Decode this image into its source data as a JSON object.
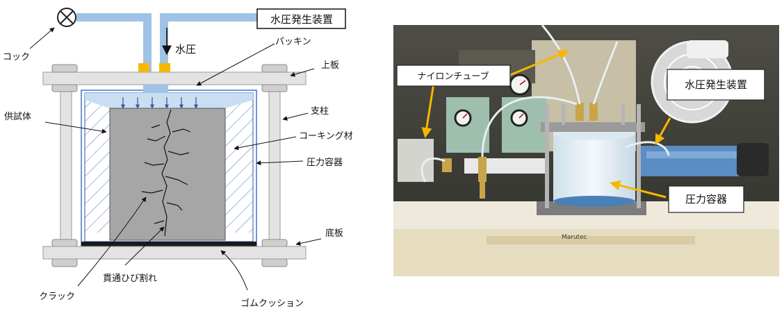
{
  "diagram": {
    "labels": {
      "cock": "コック",
      "water_pressure": "水圧",
      "generator": "水圧発生装置",
      "packing": "パッキン",
      "top_plate": "上板",
      "specimen": "供試体",
      "pillar": "支柱",
      "caulking": "コーキング材",
      "vessel": "圧力容器",
      "bottom_plate": "底板",
      "crack": "クラック",
      "through_crack": "貫通ひび割れ",
      "rubber_cushion": "ゴムクッション"
    },
    "colors": {
      "water_pipe": "#9ec3e6",
      "water_fill": "#c9def2",
      "packing": "#f5b800",
      "specimen": "#a6a6a6",
      "frame": "#d9d9d9",
      "vessel_outline": "#4472c4",
      "rubber": "#1a1a1a"
    }
  },
  "photo": {
    "callouts": {
      "nylon_tube": "ナイロンチューブ",
      "generator": "水圧発生装置",
      "vessel": "圧力容器"
    },
    "brand_text": "Marutec",
    "colors": {
      "arrow": "#f5b800",
      "callout_border": "#222222",
      "callout_bg": "#ffffff"
    }
  }
}
